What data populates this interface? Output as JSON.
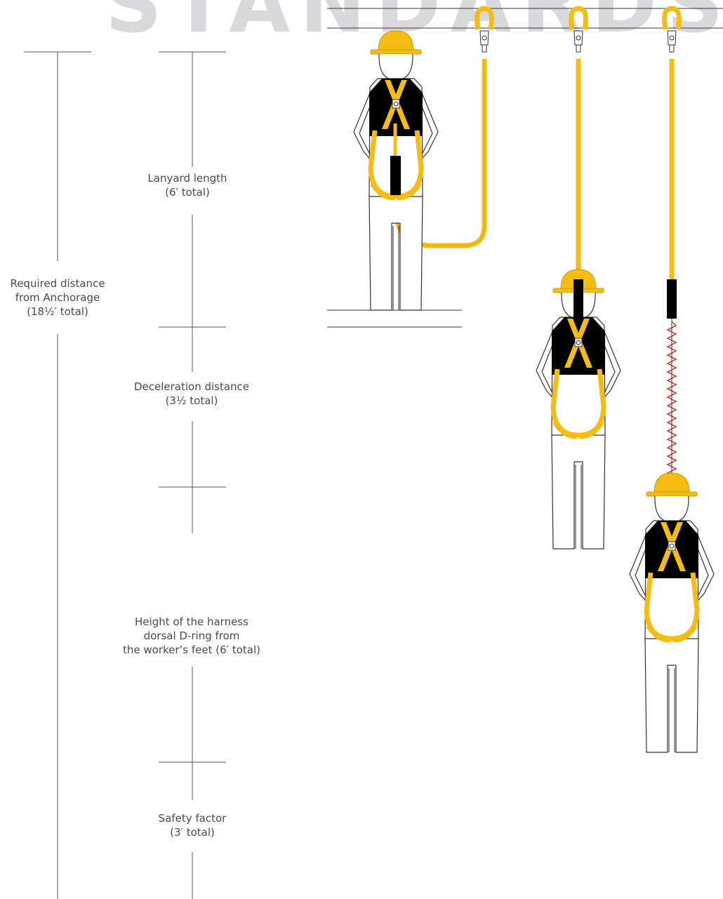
{
  "watermark": "STANDARDS",
  "colors": {
    "harness_yellow": "#f5bd12",
    "lanyard_yellow": "#f5bd12",
    "vest_black": "#000000",
    "outline": "#333333",
    "dimension_line": "#555555",
    "lifeline_red": "#e2231a",
    "label_text": "#4a4a4a",
    "watermark": "#d9d9db"
  },
  "labels": {
    "required_distance": [
      "Required distance",
      "from Anchorage",
      "(18½′ total)"
    ],
    "lanyard_length": [
      "Lanyard length",
      "(6′ total)"
    ],
    "deceleration_distance": [
      "Deceleration distance",
      "(3½ total)"
    ],
    "harness_height": [
      "Height of the harness",
      "dorsal D-ring from",
      "the worker’s feet (6′ total)"
    ],
    "safety_factor": [
      "Safety factor",
      "(3′ total)"
    ]
  },
  "icons": {
    "anchor": "anchor-ring-icon",
    "worker": "worker-harness-icon",
    "lanyard": "lanyard-icon",
    "shock_absorber": "shock-absorber-icon"
  }
}
